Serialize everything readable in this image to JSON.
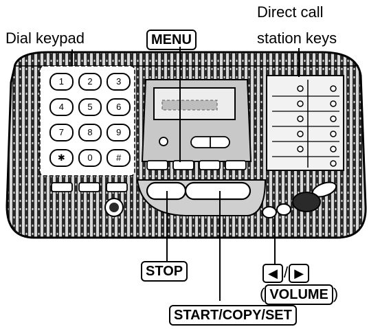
{
  "labels": {
    "dial_keypad": "Dial keypad",
    "direct_call_line1": "Direct call",
    "direct_call_line2": "station keys"
  },
  "keys": {
    "menu": "MENU",
    "stop": "STOP",
    "volume": "VOLUME",
    "volume_open": "(",
    "volume_close": ")",
    "volume_sep": "/",
    "start_copy_set": "START/COPY/SET"
  },
  "keypad": {
    "rows": [
      [
        "1",
        "2",
        "3"
      ],
      [
        "4",
        "5",
        "6"
      ],
      [
        "7",
        "8",
        "9"
      ],
      [
        "✱",
        "0",
        "#"
      ]
    ]
  },
  "colors": {
    "panel_stripes": "#2a2a2a",
    "panel_light": "#d9d9d9"
  }
}
